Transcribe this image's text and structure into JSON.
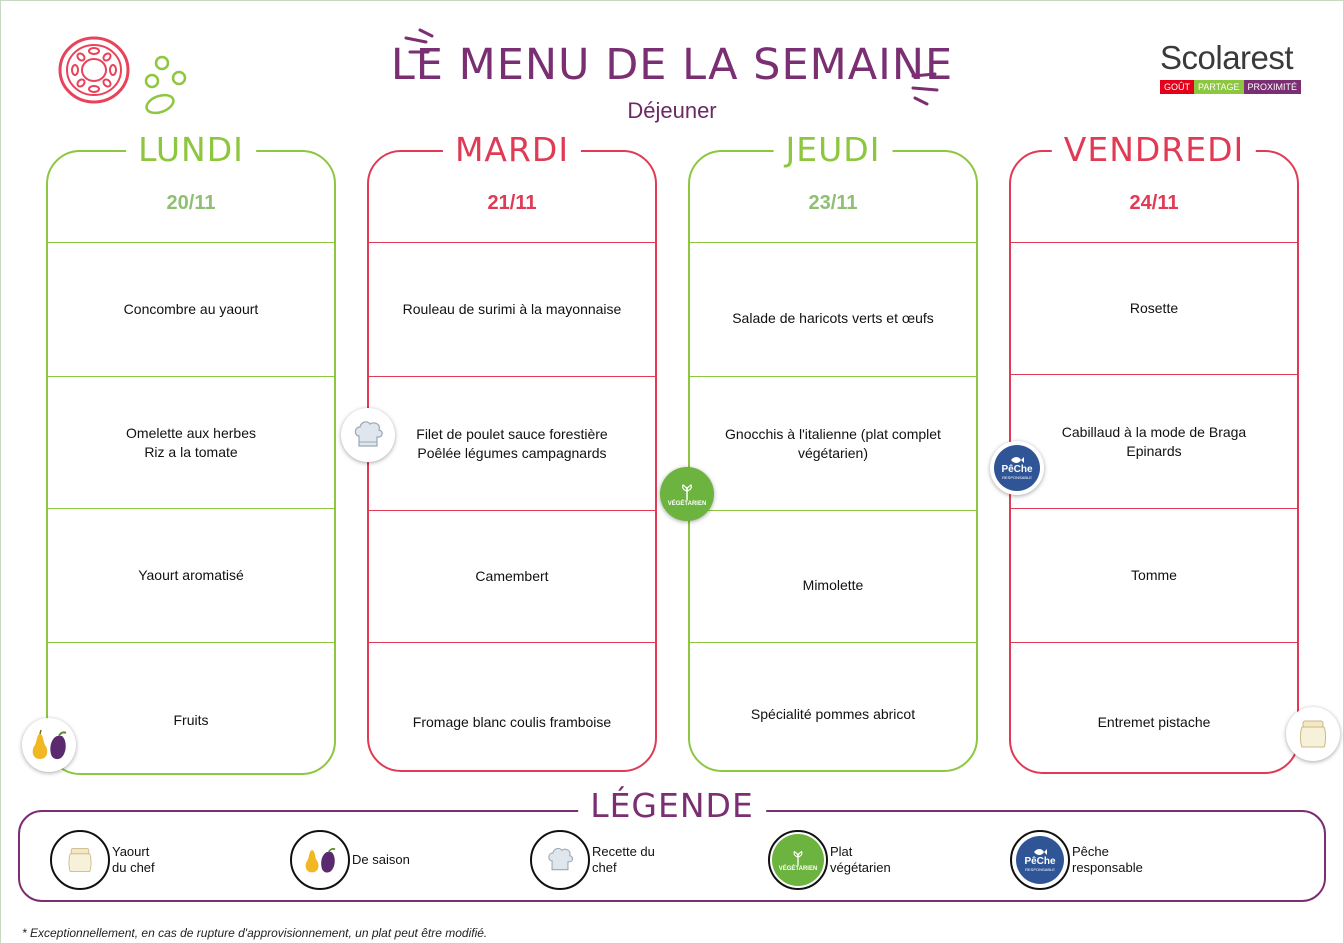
{
  "header": {
    "title": "LE MENU DE LA SEMAINE",
    "subtitle": "Déjeuner"
  },
  "logo": {
    "brand": "Scolarest",
    "tagline": [
      "GOÛT",
      "PARTAGE",
      "PROXIMITÉ"
    ],
    "colors": [
      "#e2001a",
      "#8dc63f",
      "#7b2f73"
    ]
  },
  "colors": {
    "green": "#8dc63f",
    "green_text": "#8fbf72",
    "red": "#e03a55",
    "purple": "#7b2f73"
  },
  "days": [
    {
      "name": "LUNDI",
      "date": "20/11",
      "dishes": [
        "Concombre au yaourt",
        "Omelette aux herbes\nRiz a la tomate",
        "Yaourt aromatisé",
        "Fruits"
      ]
    },
    {
      "name": "MARDI",
      "date": "21/11",
      "dishes": [
        "Rouleau de surimi à la mayonnaise",
        "Filet de poulet sauce forestière\nPoêlée légumes campagnards",
        "Camembert",
        "Fromage blanc coulis framboise"
      ]
    },
    {
      "name": "JEUDI",
      "date": "23/11",
      "dishes": [
        "Salade de haricots verts et œufs",
        "Gnocchis à l'italienne (plat complet végétarien)",
        "Mimolette",
        "Spécialité pommes abricot"
      ]
    },
    {
      "name": "VENDREDI",
      "date": "24/11",
      "dishes": [
        "Rosette",
        "Cabillaud à la mode de Braga\nEpinards",
        "Tomme",
        "Entremet pistache"
      ]
    }
  ],
  "badges": {
    "vegetarian": "VÉGÉTARIEN",
    "peche_line1": "PêChe",
    "peche_line2": "RESPONSABLE"
  },
  "legend": {
    "title": "LÉGENDE",
    "items": [
      {
        "label": "Yaourt\ndu chef",
        "icon": "yogurt-jar-icon"
      },
      {
        "label": "De saison",
        "icon": "seasonal-fruit-icon"
      },
      {
        "label": "Recette du\nchef",
        "icon": "chef-hat-icon"
      },
      {
        "label": "Plat\nvégétarien",
        "icon": "vegetarian-icon"
      },
      {
        "label": "Pêche\nresponsable",
        "icon": "responsible-fishing-icon"
      }
    ]
  },
  "footnote": "* Exceptionnellement, en cas de rupture d'approvisionnement, un plat peut être modifié."
}
